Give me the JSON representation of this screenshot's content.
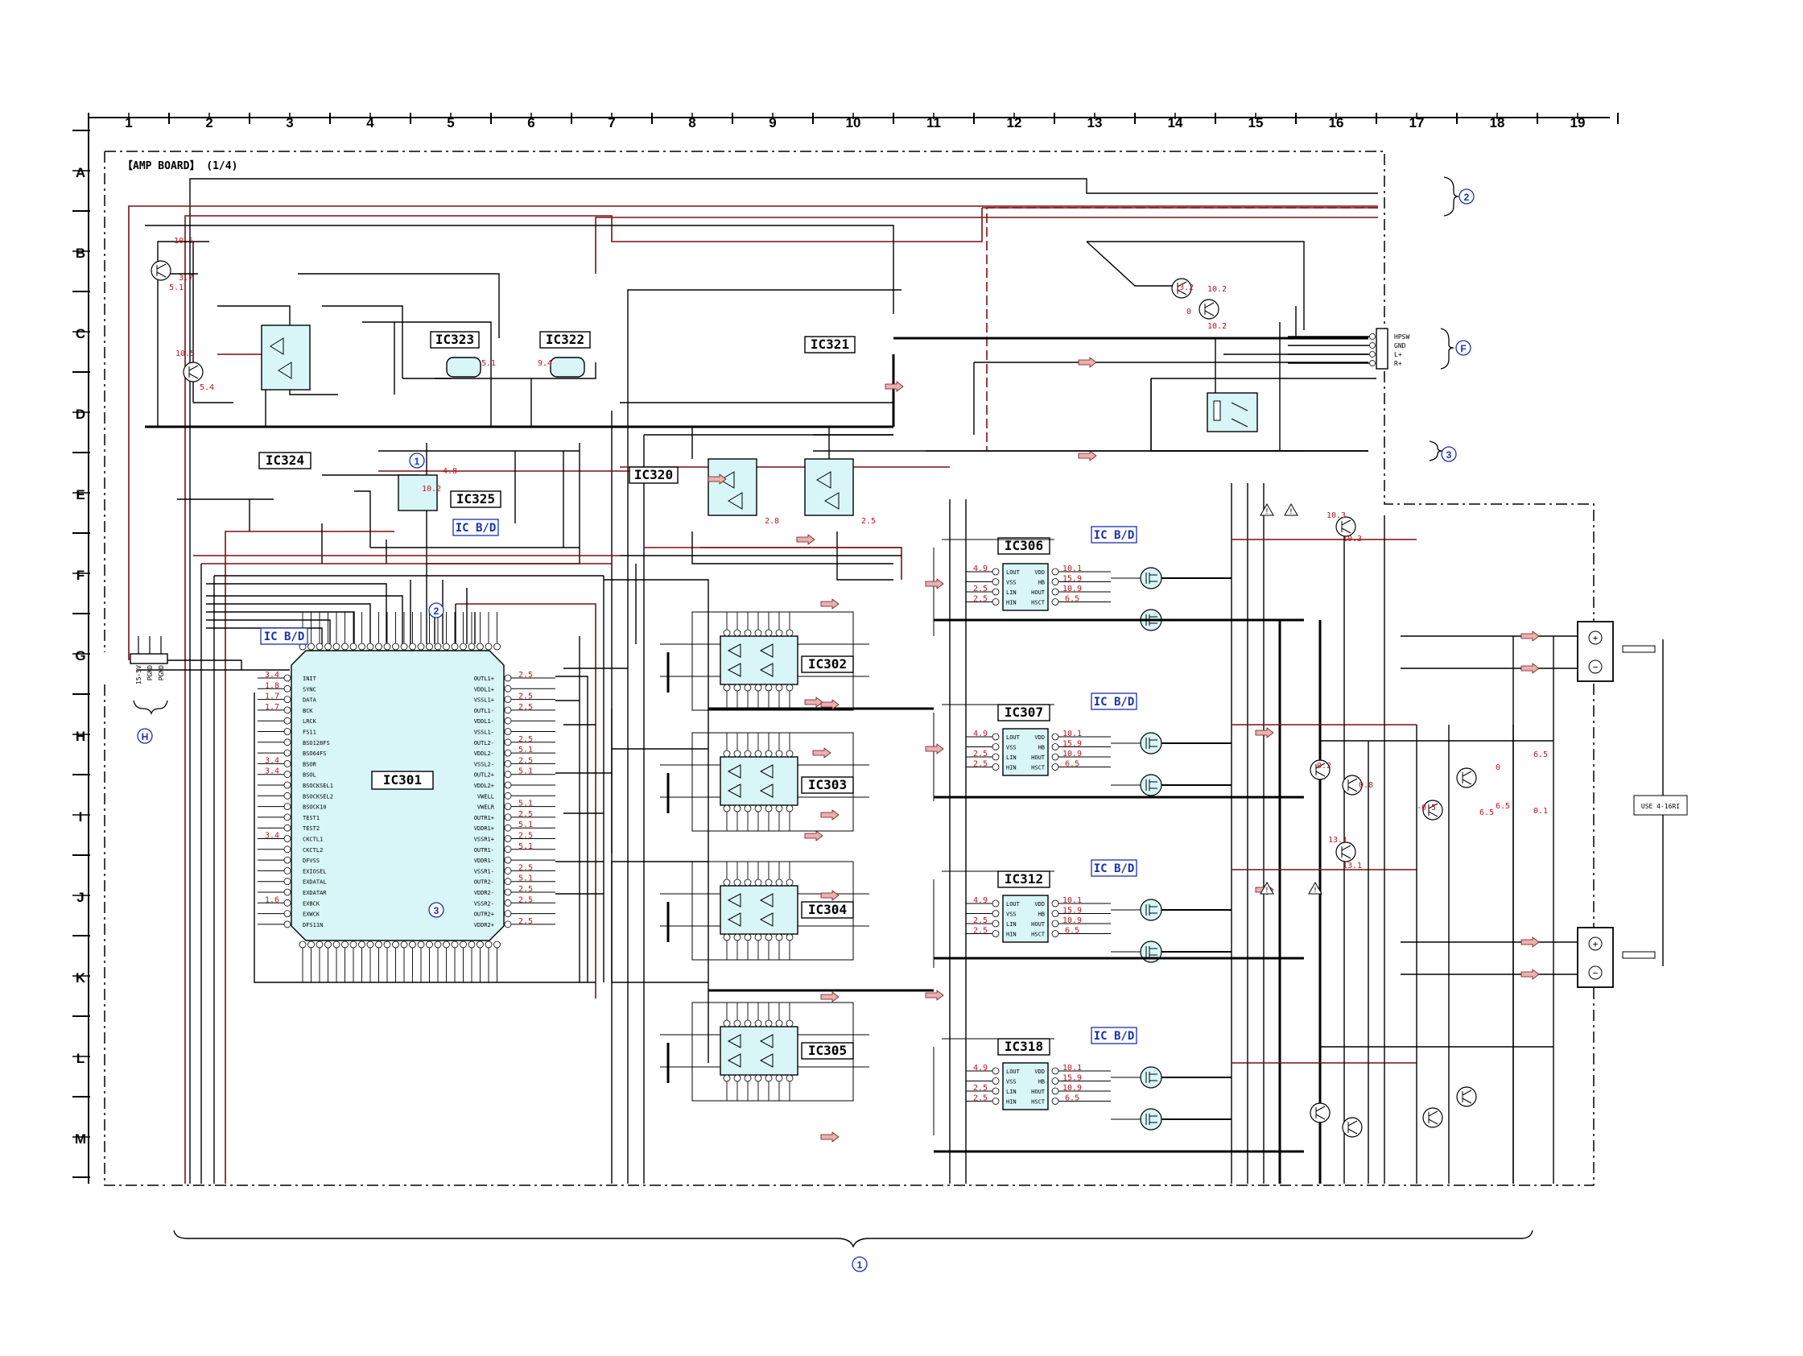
{
  "board_title": "【AMP BOARD】 (1/4)",
  "grid": {
    "columns": [
      "1",
      "2",
      "3",
      "4",
      "5",
      "6",
      "7",
      "8",
      "9",
      "10",
      "11",
      "12",
      "13",
      "14",
      "15",
      "16",
      "17",
      "18",
      "19"
    ],
    "rows": [
      "A",
      "B",
      "C",
      "D",
      "E",
      "F",
      "G",
      "H",
      "I",
      "J",
      "K",
      "L",
      "M"
    ]
  },
  "ics": {
    "ic301": "IC301",
    "ic302": "IC302",
    "ic303": "IC303",
    "ic304": "IC304",
    "ic305": "IC305",
    "ic306": "IC306",
    "ic307": "IC307",
    "ic312": "IC312",
    "ic318": "IC318",
    "ic320": "IC320",
    "ic321": "IC321",
    "ic322": "IC322",
    "ic323": "IC323",
    "ic324": "IC324",
    "ic325": "IC325"
  },
  "ic_bd_label": "IC B/D",
  "connectors": {
    "f_pins": [
      "HPSW",
      "GND",
      "L+",
      "R+"
    ],
    "h_pins": [
      "15-5V",
      "PGND",
      "PGND"
    ],
    "use_label": "USE 4-16RI",
    "markers": {
      "one": "①",
      "two": "②",
      "three": "③",
      "f": "Ⓕ",
      "h": "Ⓗ"
    }
  },
  "ic301_pins_left": [
    "INIT",
    "SYNC",
    "DATA",
    "BCK",
    "LRCK",
    "FS11",
    "BSO128FS",
    "BSO64FS",
    "BSOR",
    "BSOL",
    "BSOCKSEL1",
    "BSOCKSEL2",
    "BSOCK10",
    "TEST1",
    "TEST2",
    "CKCTL1",
    "CKCTL2",
    "DFVSS",
    "EXIOSEL",
    "EXDATAL",
    "EXDATAR",
    "EXBCK",
    "EXWCK",
    "DFS11N"
  ],
  "ic301_pins_right": [
    "OUTL1+",
    "VDDL1+",
    "VSSL1+",
    "OUTL1-",
    "VDDL1-",
    "VSSL1-",
    "OUTL2-",
    "VDDL2-",
    "VSSL2-",
    "OUTL2+",
    "VDDL2+",
    "VWELL",
    "VWELR",
    "OUTR1+",
    "VDDR1+",
    "VSSR1+",
    "OUTR1-",
    "VDDR1-",
    "VSSR1-",
    "OUTR2-",
    "VDDR2-",
    "VSSR2-",
    "OUTR2+",
    "VDDR2+"
  ],
  "amp_pins_left": [
    "LOUT",
    "VSS",
    "LIN",
    "HIN"
  ],
  "amp_pins_right": [
    "VDD",
    "HB",
    "HOUT",
    "HSCT"
  ],
  "voltages": {
    "ic306_l": [
      "4.9",
      "",
      "2.5",
      "2.5"
    ],
    "ic306_r": [
      "10.1",
      "15.9",
      "10.9",
      "6.5"
    ],
    "ic307_l": [
      "4.9",
      "",
      "2.5",
      "2.5"
    ],
    "ic307_r": [
      "10.1",
      "15.9",
      "10.9",
      "6.5"
    ],
    "ic312_l": [
      "4.9",
      "",
      "2.5",
      "2.5"
    ],
    "ic312_r": [
      "10.1",
      "15.9",
      "10.9",
      "6.5"
    ],
    "ic318_l": [
      "4.9",
      "",
      "2.5",
      "2.5"
    ],
    "ic318_r": [
      "10.1",
      "15.9",
      "10.9",
      "6.5"
    ],
    "ic301_left": [
      "3.4",
      "1.8",
      "1.7",
      "1.7",
      "",
      "",
      "",
      "",
      "3.4",
      "3.4",
      "",
      "",
      "",
      "",
      "",
      "3.4",
      "",
      "",
      "",
      "",
      "",
      "1.6"
    ],
    "ic301_right": [
      "2.5",
      "",
      "2.5",
      "2.5",
      "",
      "",
      "2.5",
      "5.1",
      "2.5",
      "5.1",
      "",
      "",
      "5.1",
      "2.5",
      "5.1",
      "2.5",
      "5.1",
      "",
      "2.5",
      "5.1",
      "2.5",
      "2.5",
      "",
      "2.5"
    ],
    "misc": [
      "10.5",
      "3.7",
      "5.1",
      "10.5",
      "5.4",
      "3.2",
      "10.2",
      "10.2",
      "0",
      "9.4",
      "5.1",
      "10.2",
      "4.8",
      "2.8",
      "2.5",
      "10.3",
      "10.3",
      "13.1",
      "13.1",
      "0",
      "6.5",
      "6.5",
      "0.1",
      "0.2",
      "0.8",
      "-0.5",
      "6.5"
    ]
  }
}
